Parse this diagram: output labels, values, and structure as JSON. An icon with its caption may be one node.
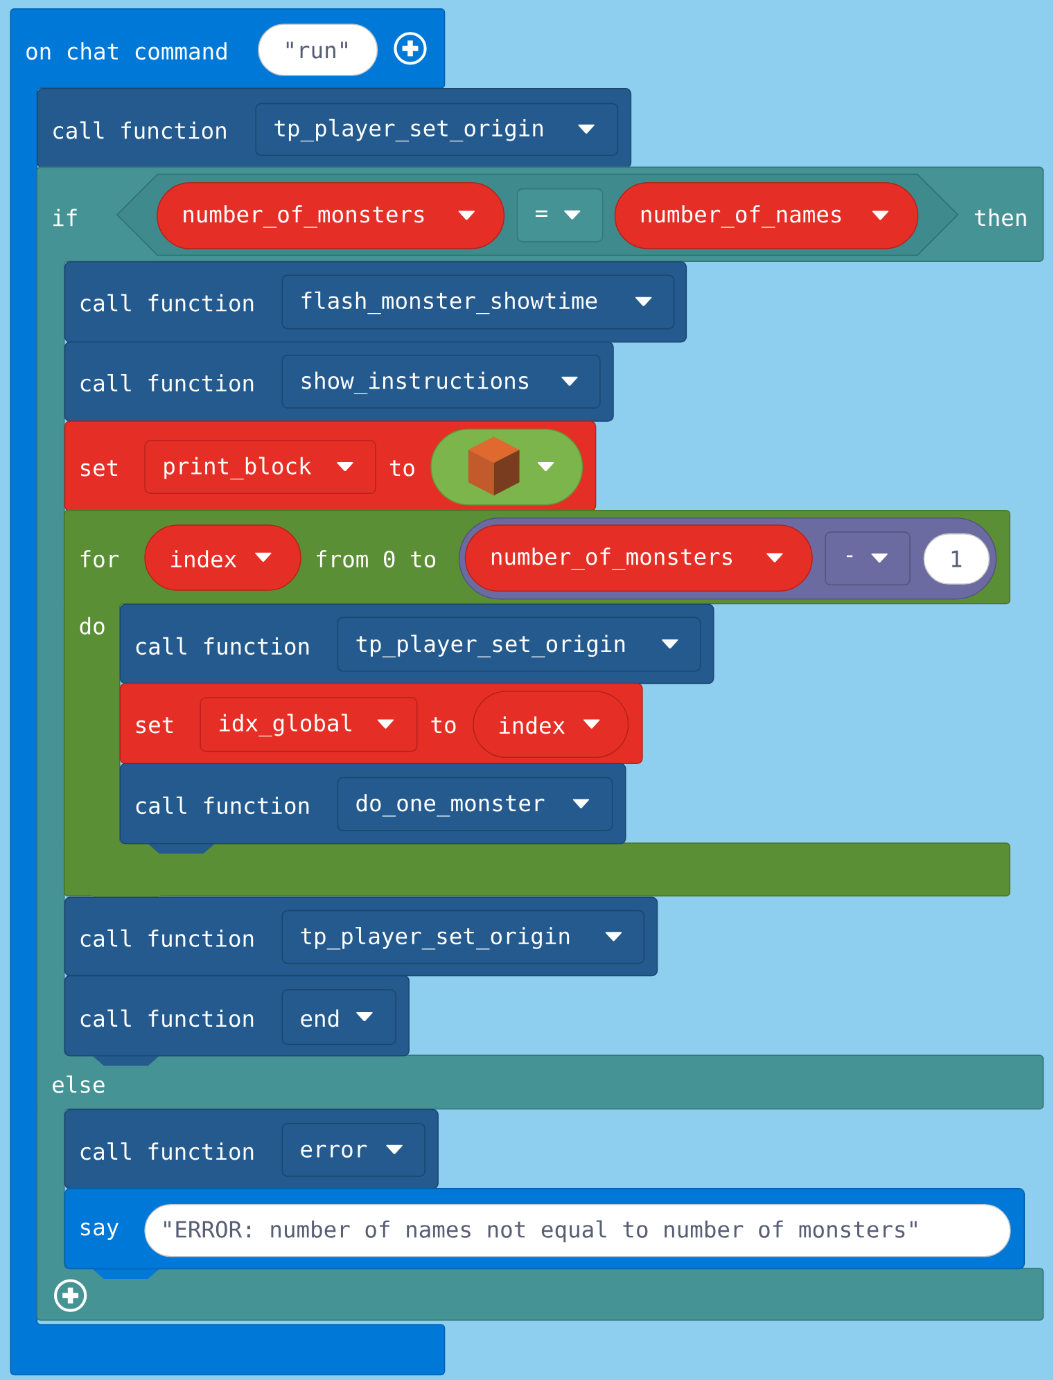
{
  "diagram": {
    "nodes": [
      {
        "text": [
          "on chat command"
        ]
      },
      {
        "text": [
          "\"run\""
        ],
        "in": 0
      },
      {
        "text": [
          "call function"
        ]
      },
      {
        "text": [
          "tp_player_set_origin"
        ],
        "in": 2
      },
      {
        "text": [
          "if",
          "then",
          "else"
        ]
      },
      {
        "text": [],
        "shape": "hexagon",
        "in": 4
      },
      {
        "text": [
          "number_of_monsters"
        ],
        "in": 5
      },
      {
        "text": [
          "="
        ],
        "in": 5
      },
      {
        "text": [
          "number_of_names"
        ],
        "in": 5
      },
      {
        "text": [
          "call function"
        ],
        "in": 4
      },
      {
        "text": [
          "flash_monster_showtime"
        ],
        "in": 9
      },
      {
        "text": [
          "call function"
        ],
        "in": 4
      },
      {
        "text": [
          "show_instructions"
        ],
        "in": 11
      },
      {
        "text": [
          "set",
          "to"
        ],
        "in": 4
      },
      {
        "text": [
          "print_block"
        ],
        "in": 13
      },
      {
        "text": [],
        "shape": "picture",
        "in": 13
      },
      {
        "text": [
          "for",
          "from 0 to",
          "do"
        ],
        "in": 4
      },
      {
        "text": [
          "index"
        ],
        "in": 16
      },
      {
        "text": [],
        "shape": "pill",
        "in": 16
      },
      {
        "text": [
          "number_of_monsters"
        ],
        "in": 18
      },
      {
        "text": [
          "-"
        ],
        "in": 18
      },
      {
        "text": [
          "1"
        ],
        "in": 18
      },
      {
        "text": [
          "call function"
        ],
        "in": 16
      },
      {
        "text": [
          "tp_player_set_origin"
        ],
        "in": 22
      },
      {
        "text": [
          "set",
          "to"
        ],
        "in": 16
      },
      {
        "text": [
          "idx_global"
        ],
        "in": 24
      },
      {
        "text": [
          "index"
        ],
        "in": 24
      },
      {
        "text": [
          "call function"
        ],
        "in": 16
      },
      {
        "text": [
          "do_one_monster"
        ],
        "in": 27
      },
      {
        "text": [
          "call function"
        ],
        "in": 4
      },
      {
        "text": [
          "tp_player_set_origin"
        ],
        "in": 29
      },
      {
        "text": [
          "call function"
        ],
        "in": 4
      },
      {
        "text": [
          "end"
        ],
        "in": 31
      },
      {
        "text": [
          "call function"
        ],
        "in": 4
      },
      {
        "text": [
          "error"
        ],
        "in": 33
      },
      {
        "text": [
          "say"
        ],
        "in": 4
      },
      {
        "text": [
          "\"ERROR: number of names not equal to number of monsters\""
        ],
        "in": 35
      }
    ]
  }
}
